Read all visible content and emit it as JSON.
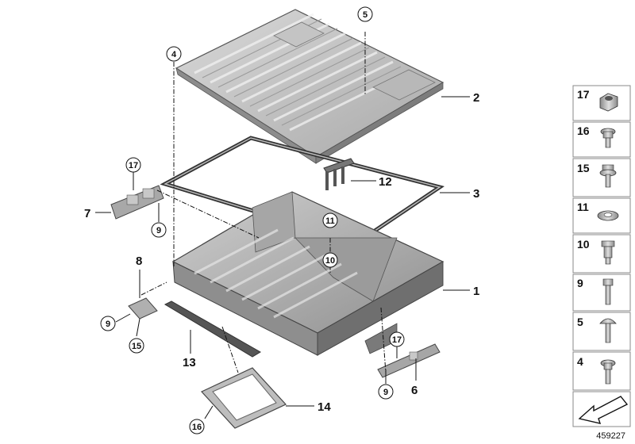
{
  "diagram": {
    "callouts": {
      "c1": "1",
      "c2": "2",
      "c3": "3",
      "c6": "6",
      "c7": "7",
      "c8": "8",
      "c12": "12",
      "c13": "13",
      "c14": "14"
    },
    "circled": {
      "n5": "5",
      "n4": "4",
      "n17a": "17",
      "n9a": "9",
      "n11": "11",
      "n10": "10",
      "n9b": "9",
      "n15": "15",
      "n17b": "17",
      "n9c": "9",
      "n16": "16"
    },
    "legend": [
      "17",
      "16",
      "15",
      "11",
      "10",
      "9",
      "5",
      "4"
    ],
    "diagram_id": "459227"
  }
}
